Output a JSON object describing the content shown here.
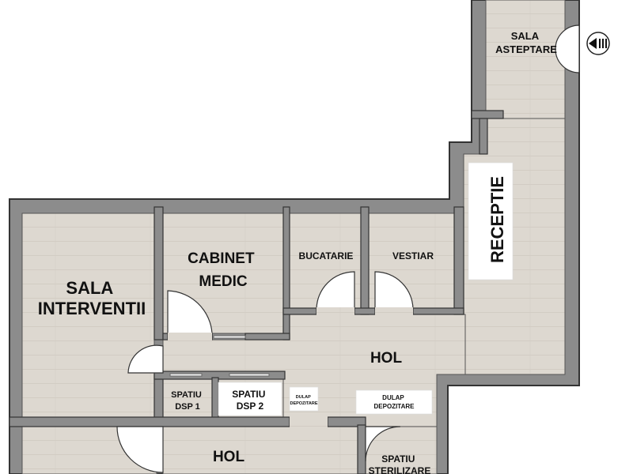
{
  "plan": {
    "rooms": [
      {
        "id": "sala_asteptare",
        "lines": [
          "SALA",
          "ASTEPTARE"
        ]
      },
      {
        "id": "receptie",
        "lines": [
          "RECEPTIE"
        ]
      },
      {
        "id": "sala_interventii",
        "lines": [
          "SALA",
          "INTERVENTII"
        ]
      },
      {
        "id": "cabinet_medic",
        "lines": [
          "CABINET",
          "MEDIC"
        ]
      },
      {
        "id": "bucatarie",
        "lines": [
          "BUCATARIE"
        ]
      },
      {
        "id": "vestiar",
        "lines": [
          "VESTIAR"
        ]
      },
      {
        "id": "hol_main",
        "lines": [
          "HOL"
        ]
      },
      {
        "id": "spatiu_dsp1",
        "lines": [
          "SPATIU",
          "DSP 1"
        ]
      },
      {
        "id": "spatiu_dsp2",
        "lines": [
          "SPATIU",
          "DSP 2"
        ]
      },
      {
        "id": "dulap_small",
        "lines": [
          "DULAP",
          "DEPOZITARE"
        ]
      },
      {
        "id": "dulap_large",
        "lines": [
          "DULAP",
          "DEPOZITARE"
        ]
      },
      {
        "id": "hol_lower",
        "lines": [
          "HOL"
        ]
      },
      {
        "id": "spatiu_sterilizare",
        "lines": [
          "SPATIU",
          "STERILIZARE"
        ]
      }
    ],
    "colors": {
      "wall": "#8c8c8c",
      "wall_edge": "#333333",
      "floor": "#ddd8d0",
      "label_panel": "#ffffff"
    },
    "entrance_icon": "entrance-arrow-icon"
  }
}
